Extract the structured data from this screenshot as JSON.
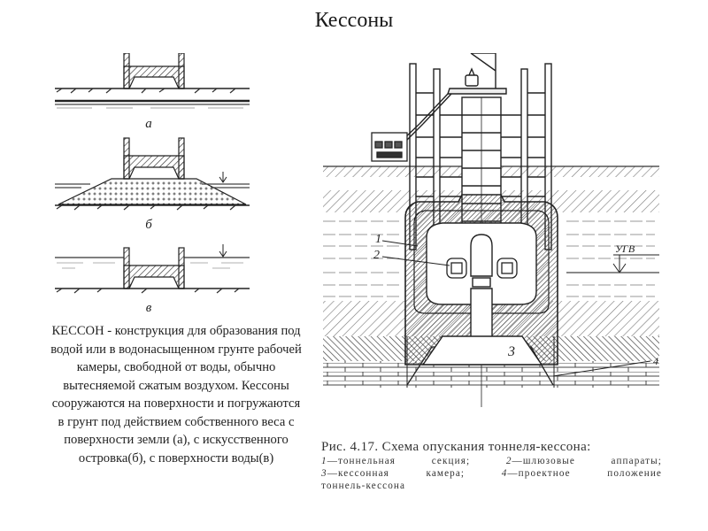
{
  "slide": {
    "title": "Кессоны",
    "description": "КЕССОН - конструкция для образования под водой или в водонасыщенном грунте рабочей камеры, свободной от воды, обычно вытесняемой сжатым воздухом. Кессоны сооружаются на поверхности и погружаются в грунт под действием собственного веса с поверхности земли (а), с искусственного островка(б), с поверхности воды(в)"
  },
  "left_figure": {
    "panels": [
      {
        "label": "а",
        "scenario": "on-ground-surface"
      },
      {
        "label": "б",
        "scenario": "on-artificial-island"
      },
      {
        "label": "в",
        "scenario": "on-water-surface"
      }
    ]
  },
  "right_figure": {
    "labels": {
      "one": "1",
      "two": "2",
      "three": "3",
      "four": "4",
      "ugv": "УГВ"
    },
    "caption": {
      "title": "Рис. 4.17. Схема опускания тоннеля-кессона:",
      "items": [
        {
          "num": "1",
          "text": "тоннельная секция;"
        },
        {
          "num": "2",
          "text": "шлюзовые аппараты;"
        },
        {
          "num": "3",
          "text": "кессонная камера;"
        },
        {
          "num": "4",
          "text": "проектное положение тоннель-кессона"
        }
      ],
      "line2_a": "1",
      "line2_a_text": "—тоннельная секция; ",
      "line2_b": "2",
      "line2_b_text": "—шлюзовые аппараты;",
      "line3_a": "3",
      "line3_a_text": "—кессонная камера; ",
      "line3_b": "4",
      "line3_b_text": "—проектное положение",
      "line4": "тоннель-кессона"
    }
  }
}
